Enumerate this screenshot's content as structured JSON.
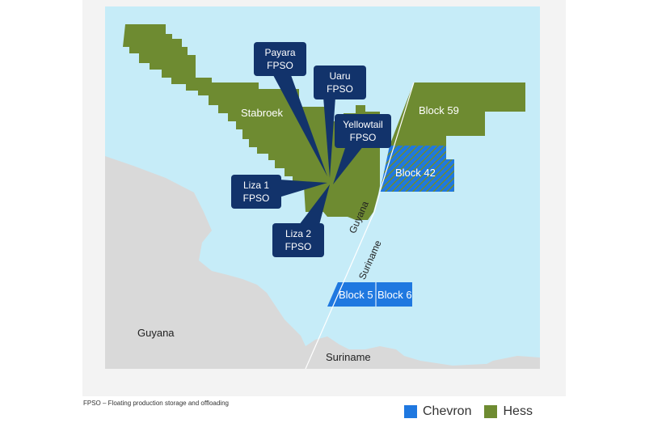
{
  "map": {
    "colors": {
      "sea": "#c6ecf8",
      "land": "#d9d9d9",
      "hess": "#6e8b31",
      "chevron": "#1f78e0",
      "fpso_box": "#12336b"
    },
    "blocks": {
      "stabroek": "Stabroek",
      "block59": "Block 59",
      "block42": "Block 42",
      "block5": "Block 5",
      "block6": "Block 6"
    },
    "fpsos": [
      {
        "line1": "Payara",
        "line2": "FPSO"
      },
      {
        "line1": "Uaru",
        "line2": "FPSO"
      },
      {
        "line1": "Yellowtail",
        "line2": "FPSO"
      },
      {
        "line1": "Liza 1",
        "line2": "FPSO"
      },
      {
        "line1": "Liza 2",
        "line2": "FPSO"
      }
    ],
    "countries": {
      "guyana": "Guyana",
      "suriname": "Suriname"
    },
    "border": {
      "left": "Guyana",
      "right": "Suriname"
    }
  },
  "footnote": "FPSO – Floating production storage and offloading",
  "legend": [
    {
      "label": "Chevron",
      "color": "#1f78e0"
    },
    {
      "label": "Hess",
      "color": "#6e8b31"
    }
  ]
}
